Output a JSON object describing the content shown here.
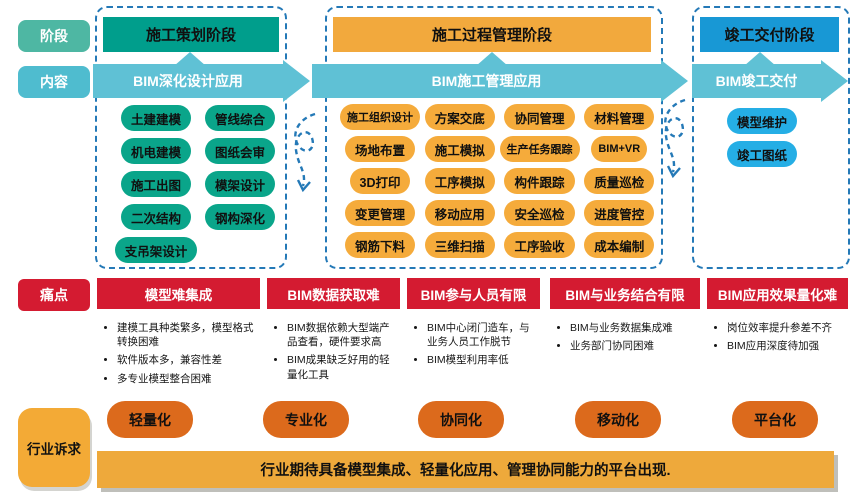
{
  "row_labels": {
    "phase": "阶段",
    "content": "内容",
    "pain": "痛点",
    "demand": "行业诉求"
  },
  "phases": [
    {
      "title": "施工策划阶段",
      "arrow": "BIM深化设计应用",
      "pill_columns": [
        [
          "土建建模",
          "机电建模",
          "施工出图",
          "二次结构",
          "支吊架设计"
        ],
        [
          "管线综合",
          "图纸会审",
          "模架设计",
          "钢构深化"
        ]
      ]
    },
    {
      "title": "施工过程管理阶段",
      "arrow": "BIM施工管理应用",
      "pills": [
        "施工组织设计",
        "方案交底",
        "协同管理",
        "材料管理",
        "场地布置",
        "施工模拟",
        "生产任务跟踪",
        "BIM+VR",
        "3D打印",
        "工序模拟",
        "构件跟踪",
        "质量巡检",
        "变更管理",
        "移动应用",
        "安全巡检",
        "进度管控",
        "钢筋下料",
        "三维扫描",
        "工序验收",
        "成本编制"
      ]
    },
    {
      "title": "竣工交付阶段",
      "arrow": "BIM竣工交付",
      "pills": [
        "模型维护",
        "竣工图纸"
      ]
    }
  ],
  "pain_points": [
    {
      "title": "模型难集成",
      "bullets": [
        "建模工具种类繁多，模型格式转换困难",
        "软件版本多，兼容性差",
        "多专业模型整合困难"
      ]
    },
    {
      "title": "BIM数据获取难",
      "bullets": [
        "BIM数据依赖大型端产品查看，硬件要求高",
        "BIM成果缺乏好用的轻量化工具"
      ]
    },
    {
      "title": "BIM参与人员有限",
      "bullets": [
        "BIM中心闭门造车，与业务人员工作脱节",
        "BIM模型利用率低"
      ]
    },
    {
      "title": "BIM与业务结合有限",
      "bullets": [
        "BIM与业务数据集成难",
        "业务部门协同困难"
      ]
    },
    {
      "title": "BIM应用效果量化难",
      "bullets": [
        "岗位效率提升参差不齐",
        "BIM应用深度待加强"
      ]
    }
  ],
  "demands": [
    "轻量化",
    "专业化",
    "协同化",
    "移动化",
    "平台化"
  ],
  "banner": "行业期待具备模型集成、轻量化应用、管理协同能力的平台出现.",
  "icons": {
    "cycle_arrow": "dashed-cycle-arrow-icon"
  },
  "colors": {
    "phase_label_teal": "#4eb7a3",
    "content_label_blue": "#4fbccf",
    "phase1_header": "#009e8c",
    "phase2_header": "#f2a93d",
    "phase3_header": "#1898d5",
    "content_arrow": "#5fc1d5",
    "phase1_pill": "#0aa58a",
    "phase2_pill": "#f5ab3b",
    "phase3_pill": "#25aee5",
    "pain_red": "#d41b31",
    "demand_pill": "#dc6a1c",
    "banner_amber": "#eea93b",
    "dashed_border": "#2479b7"
  }
}
